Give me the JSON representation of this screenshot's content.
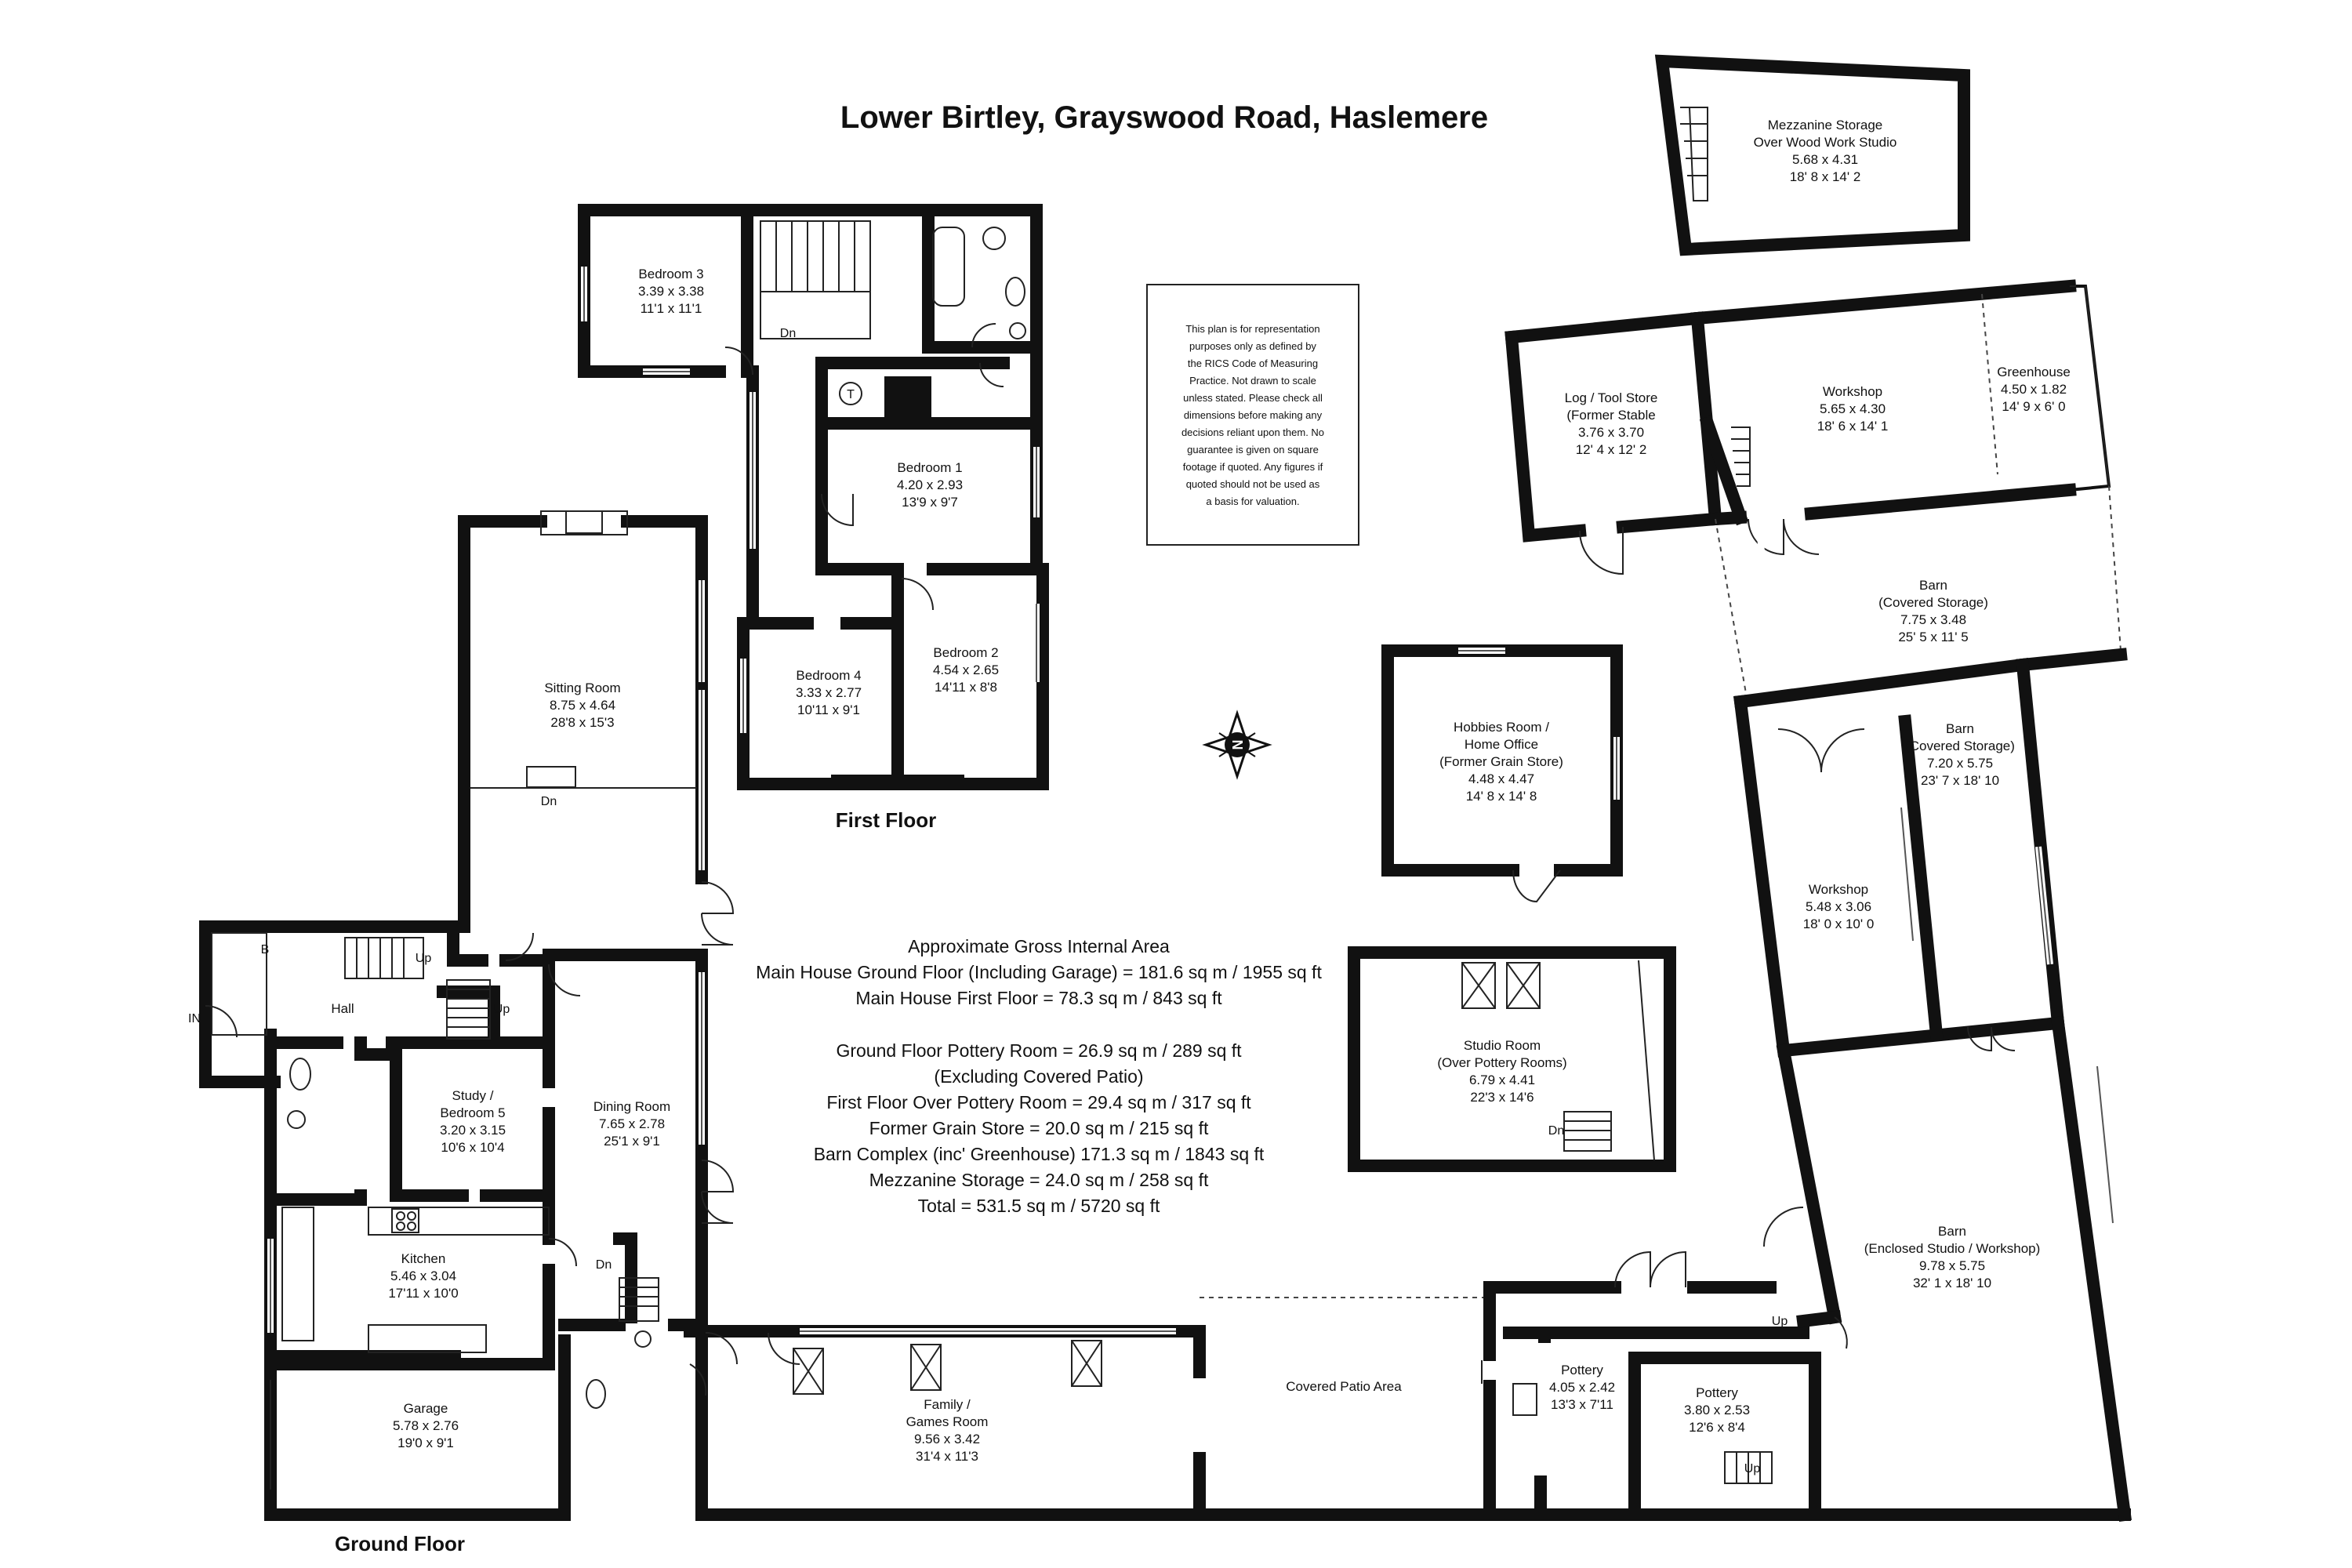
{
  "title": "Lower Birtley, Grayswood Road, Haslemere",
  "floors": {
    "first": "First Floor",
    "ground": "Ground Floor"
  },
  "disclaimer": [
    "This plan is for representation",
    "purposes only as defined by",
    "the RICS Code of Measuring",
    "Practice. Not drawn to scale",
    "unless stated. Please check all",
    "dimensions before making any",
    "decisions reliant upon them. No",
    "guarantee is given on square",
    "footage if quoted. Any figures if",
    "quoted should not be used as",
    "a basis for valuation."
  ],
  "area_summary": [
    "Approximate Gross Internal Area",
    "Main House Ground Floor (Including Garage) = 181.6 sq m / 1955 sq ft",
    "Main House First Floor = 78.3 sq m / 843 sq ft",
    "",
    "Ground Floor Pottery Room = 26.9 sq m / 289 sq ft",
    "(Excluding Covered Patio)",
    "First Floor Over Pottery Room = 29.4 sq m / 317 sq ft",
    "Former Grain Store = 20.0 sq m / 215 sq ft",
    "Barn Complex (inc' Greenhouse) 171.3 sq m / 1843 sq ft",
    "Mezzanine Storage = 24.0 sq m / 258 sq ft",
    "Total = 531.5 sq m / 5720 sq ft"
  ],
  "rooms": {
    "bedroom3": [
      "Bedroom 3",
      "3.39 x 3.38",
      "11'1 x 11'1"
    ],
    "bedroom1": [
      "Bedroom 1",
      "4.20 x 2.93",
      "13'9 x 9'7"
    ],
    "bedroom4": [
      "Bedroom 4",
      "3.33 x 2.77",
      "10'11 x 9'1"
    ],
    "bedroom2": [
      "Bedroom 2",
      "4.54 x 2.65",
      "14'11 x 8'8"
    ],
    "sitting": [
      "Sitting Room",
      "8.75 x 4.64",
      "28'8 x 15'3"
    ],
    "hall": [
      "Hall"
    ],
    "study": [
      "Study /",
      "Bedroom 5",
      "3.20 x 3.15",
      "10'6 x 10'4"
    ],
    "dining": [
      "Dining Room",
      "7.65 x 2.78",
      "25'1 x 9'1"
    ],
    "kitchen": [
      "Kitchen",
      "5.46 x 3.04",
      "17'11 x 10'0"
    ],
    "garage": [
      "Garage",
      "5.78 x 2.76",
      "19'0 x 9'1"
    ],
    "family": [
      "Family /",
      "Games Room",
      "9.56 x 3.42",
      "31'4 x 11'3"
    ],
    "patio": [
      "Covered Patio Area"
    ],
    "pottery1": [
      "Pottery",
      "4.05 x 2.42",
      "13'3 x 7'11"
    ],
    "pottery2": [
      "Pottery",
      "3.80 x 2.53",
      "12'6 x 8'4"
    ],
    "mezzanine": [
      "Mezzanine Storage",
      "Over Wood Work Studio",
      "5.68 x 4.31",
      "18' 8 x 14' 2"
    ],
    "logstore": [
      "Log / Tool Store",
      "(Former Stable",
      "3.76 x 3.70",
      "12' 4 x 12' 2"
    ],
    "workshop1": [
      "Workshop",
      "5.65 x 4.30",
      "18' 6 x 14' 1"
    ],
    "greenhouse": [
      "Greenhouse",
      "4.50 x 1.82",
      "14' 9 x 6' 0"
    ],
    "hobbies": [
      "Hobbies Room /",
      "Home Office",
      "(Former Grain Store)",
      "4.48 x 4.47",
      "14' 8 x 14' 8"
    ],
    "barn1": [
      "Barn",
      "(Covered Storage)",
      "7.75 x 3.48",
      "25' 5 x 11' 5"
    ],
    "barn2": [
      "Barn",
      "(Covered Storage)",
      "7.20 x 5.75",
      "23' 7 x 18' 10"
    ],
    "workshop2": [
      "Workshop",
      "5.48 x 3.06",
      "18' 0 x 10' 0"
    ],
    "studio": [
      "Studio Room",
      "(Over Pottery Rooms)",
      "6.79 x 4.41",
      "22'3 x 14'6"
    ],
    "barn3": [
      "Barn",
      "(Enclosed Studio / Workshop)",
      "9.78 x 5.75",
      "32' 1 x 18' 10"
    ]
  },
  "markers": {
    "up": "Up",
    "dn": "Dn",
    "in": "IN",
    "b": "B",
    "t": "T",
    "n": "N"
  }
}
